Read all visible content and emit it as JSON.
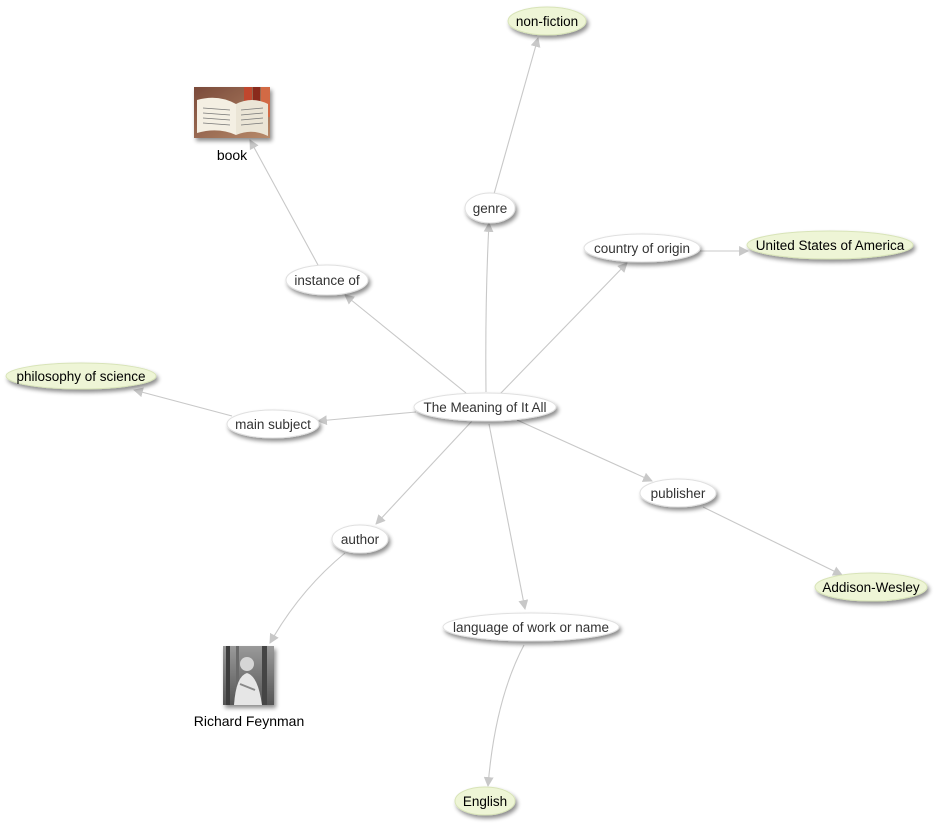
{
  "graph": {
    "center": {
      "label": "The Meaning of It All"
    },
    "properties": [
      {
        "id": "genre",
        "label": "genre"
      },
      {
        "id": "instance_of",
        "label": "instance of"
      },
      {
        "id": "country_of_origin",
        "label": "country of origin"
      },
      {
        "id": "main_subject",
        "label": "main subject"
      },
      {
        "id": "publisher",
        "label": "publisher"
      },
      {
        "id": "author",
        "label": "author"
      },
      {
        "id": "language",
        "label": "language of work or name"
      }
    ],
    "values": [
      {
        "id": "non_fiction",
        "label": "non-fiction",
        "property": "genre"
      },
      {
        "id": "book",
        "label": "book",
        "property": "instance_of",
        "image": "open-book-photo"
      },
      {
        "id": "usa",
        "label": "United States of America",
        "property": "country_of_origin"
      },
      {
        "id": "philosophy_of_science",
        "label": "philosophy of science",
        "property": "main_subject"
      },
      {
        "id": "addison_wesley",
        "label": "Addison-Wesley",
        "property": "publisher"
      },
      {
        "id": "richard_feynman",
        "label": "Richard Feynman",
        "property": "author",
        "image": "author-portrait-photo"
      },
      {
        "id": "english",
        "label": "English",
        "property": "language"
      }
    ]
  },
  "colors": {
    "property_fill": "#ffffff",
    "value_fill": "#eef5d6",
    "edge": "#c8c8c8",
    "shadow": "#9a9a9a"
  }
}
